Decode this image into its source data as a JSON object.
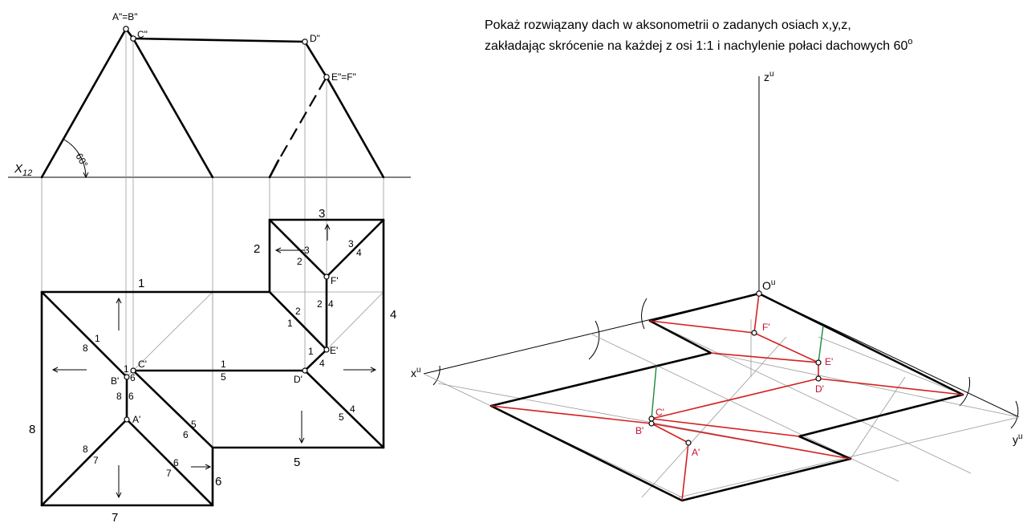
{
  "title": {
    "line1": "Pokaż rozwiązany dach w aksonometrii o zadanych osiach x,y,z,",
    "line2": "zakładając skrócenie na każdej z osi 1:1 i nachylenie połaci dachowych 60",
    "degree_sup": "o"
  },
  "front_view": {
    "axis_label": "X",
    "axis_sub": "12",
    "angle_label": "60°",
    "points": {
      "ab": "A\"=B\"",
      "c": "C\"",
      "d": "D\"",
      "ef": "E\"=F\""
    }
  },
  "plan_view": {
    "points": {
      "a": "A'",
      "b": "B'",
      "c": "C'",
      "d": "D'",
      "e": "E'",
      "f": "F'"
    },
    "edge_numbers": {
      "e1": "1",
      "e2": "2",
      "e3": "3",
      "e4": "4",
      "e5": "5",
      "e6": "6",
      "e7": "7",
      "e8": "8"
    },
    "small_labels": {
      "s1": "1",
      "s2": "2",
      "s3": "3",
      "s4": "4",
      "s5": "5",
      "s6": "6",
      "s7": "7",
      "s8": "8"
    }
  },
  "axonometry": {
    "axes": {
      "x": "x",
      "y": "y",
      "z": "z",
      "o": "O",
      "sup": "u"
    },
    "points": {
      "a": "A'",
      "b": "B'",
      "c": "C'",
      "d": "D'",
      "e": "E'",
      "f": "F'"
    }
  },
  "colors": {
    "ridge_red": "#d42020",
    "vertical_green": "#1d8a3a",
    "line_black": "#000000",
    "construction_gray": "#9a9a9a"
  }
}
